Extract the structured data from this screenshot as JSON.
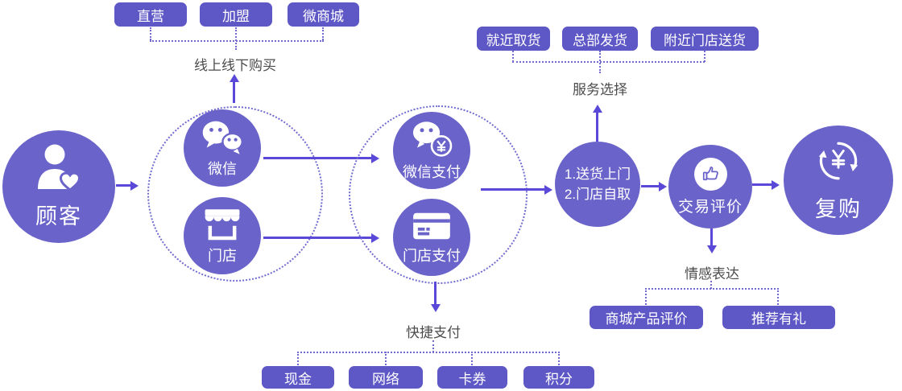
{
  "colors": {
    "box_fill": "#5e57c6",
    "circle_fill": "#6a63ca",
    "dashed_outline": "#716bd0",
    "arrow": "#5a49d8",
    "caption_text": "#4c4c4c",
    "node_text": "#ffffff",
    "background": "#ffffff"
  },
  "nodes": {
    "customer": {
      "label": "顾客",
      "icon": "person-heart-icon"
    },
    "wechat": {
      "label": "微信",
      "icon": "wechat-icon"
    },
    "store": {
      "label": "门店",
      "icon": "storefront-icon"
    },
    "wechat_pay": {
      "label": "微信支付",
      "icon": "wechat-pay-icon"
    },
    "store_pay": {
      "label": "门店支付",
      "icon": "bank-card-icon"
    },
    "delivery_options": {
      "line1": "1.送货上门",
      "line2": "2.门店自取"
    },
    "review": {
      "label": "交易评价",
      "icon": "thumbs-up-icon"
    },
    "repurchase": {
      "label": "复购",
      "icon": "refresh-yen-icon"
    }
  },
  "groups": {
    "purchase_channels": {
      "caption": "线上线下购买",
      "items": [
        "直营",
        "加盟",
        "微商城"
      ]
    },
    "service_selection": {
      "caption": "服务选择",
      "items": [
        "就近取货",
        "总部发货",
        "附近门店送货"
      ]
    },
    "quick_payment": {
      "caption": "快捷支付",
      "items": [
        "现金",
        "网络",
        "卡券",
        "积分"
      ]
    },
    "emotion_expression": {
      "caption": "情感表达",
      "items": [
        "商城产品评价",
        "推荐有礼"
      ]
    }
  }
}
